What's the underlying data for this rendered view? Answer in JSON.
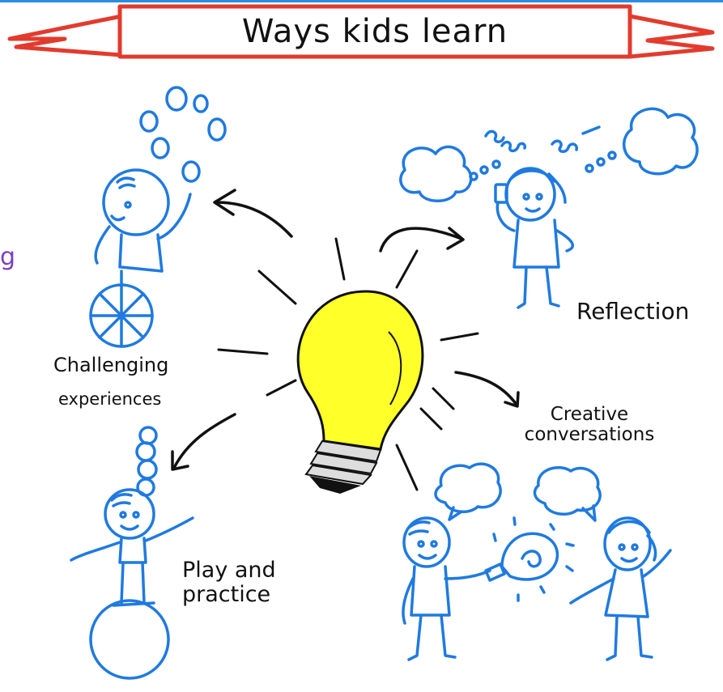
{
  "title": "Ways kids learn",
  "labels": {
    "reflection": "Reflection",
    "challenging": "Challenging",
    "experiences": "experiences",
    "creative": "Creative\nconversations",
    "play": "Play and\npractice"
  },
  "side_mark": "g",
  "colors": {
    "ink_blue": "#1f7ae0",
    "banner_red": "#e23b2e",
    "bulb_yellow": "#ffff2a",
    "ink_black": "#111111",
    "top_line": "#2a8de0"
  }
}
